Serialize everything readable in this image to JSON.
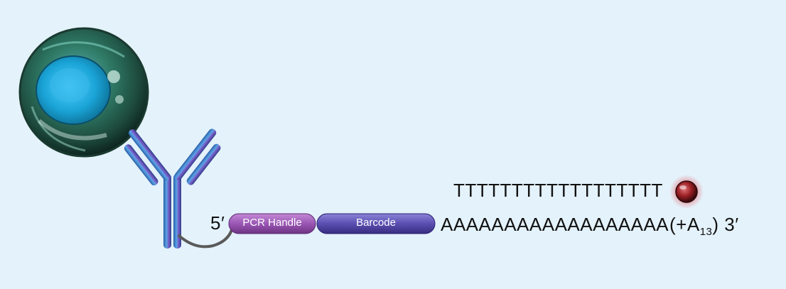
{
  "diagram": {
    "five_prime_label": "5′",
    "pcr_handle_label": "PCR Handle",
    "barcode_label": "Barcode",
    "poly_t_sequence": "TTTTTTTTTTTTTTTTTT",
    "poly_a_sequence": "AAAAAAAAAAAAAAAAAA",
    "poly_a_extension_prefix": "(+A",
    "poly_a_extension_subscript": "13",
    "poly_a_extension_suffix": ")",
    "three_prime_label": "3′",
    "icons": [
      "cell-icon",
      "antibody-icon",
      "bead-icon"
    ],
    "colors": {
      "background": "#e4f2fb",
      "pcr_handle": "#9b59b6",
      "barcode": "#5a4fb0",
      "bead": "#b0282c",
      "antibody": "#3a78c4"
    }
  }
}
